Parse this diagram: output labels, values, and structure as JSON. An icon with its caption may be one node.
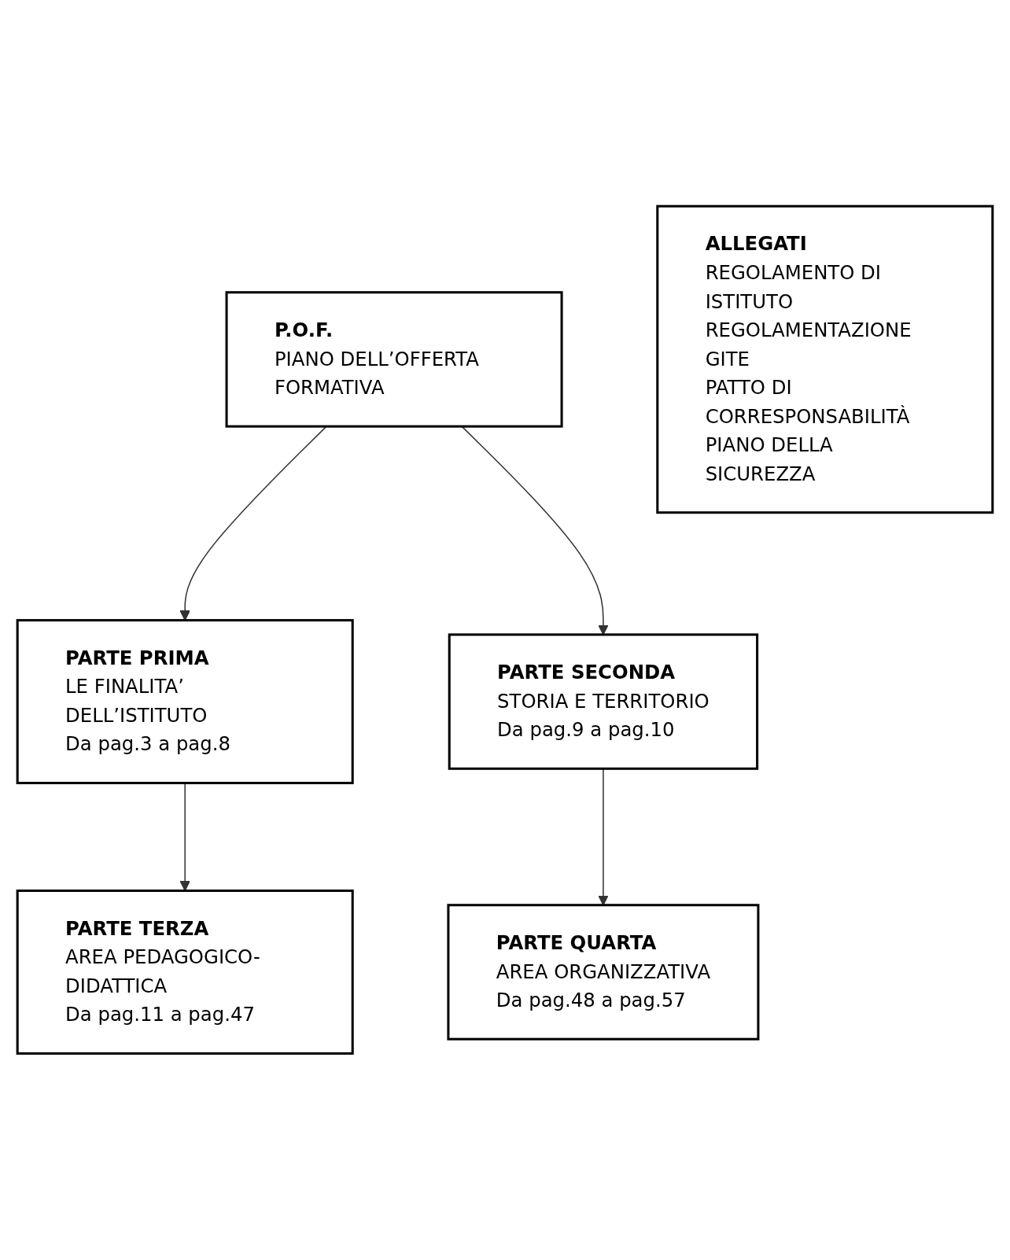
{
  "diagram": {
    "nodes": [
      {
        "text": [
          "P.O.F.",
          "PIANO DELL’OFFERTA FORMATIVA"
        ]
      },
      {
        "text": [
          "PARTE PRIMA",
          "LE FINALITA’ DELL’ISTITUTO",
          "Da pag.3 a pag.8"
        ]
      },
      {
        "text": [
          "PARTE SECONDA",
          "STORIA E TERRITORIO",
          "Da pag.9 a pag.10"
        ]
      },
      {
        "text": [
          "PARTE TERZA",
          "AREA PEDAGOGICO-DIDATTICA",
          "Da pag.11 a pag.47"
        ]
      },
      {
        "text": [
          "PARTE QUARTA",
          "AREA ORGANIZZATIVA",
          "Da pag.48 a pag.57"
        ]
      },
      {
        "text": [
          "ALLEGATI",
          "REGOLAMENTO DI ISTITUTO",
          "REGOLAMENTAZIONE GITE",
          "PATTO DI CORRESPONSABILITÀ",
          "PIANO DELLA SICUREZZA"
        ]
      }
    ],
    "edges": [
      {
        "from": 0,
        "to": 1,
        "arrow": "to"
      },
      {
        "from": 0,
        "to": 2,
        "arrow": "to"
      },
      {
        "from": 1,
        "to": 3,
        "arrow": "to"
      },
      {
        "from": 2,
        "to": 4,
        "arrow": "to"
      }
    ]
  }
}
